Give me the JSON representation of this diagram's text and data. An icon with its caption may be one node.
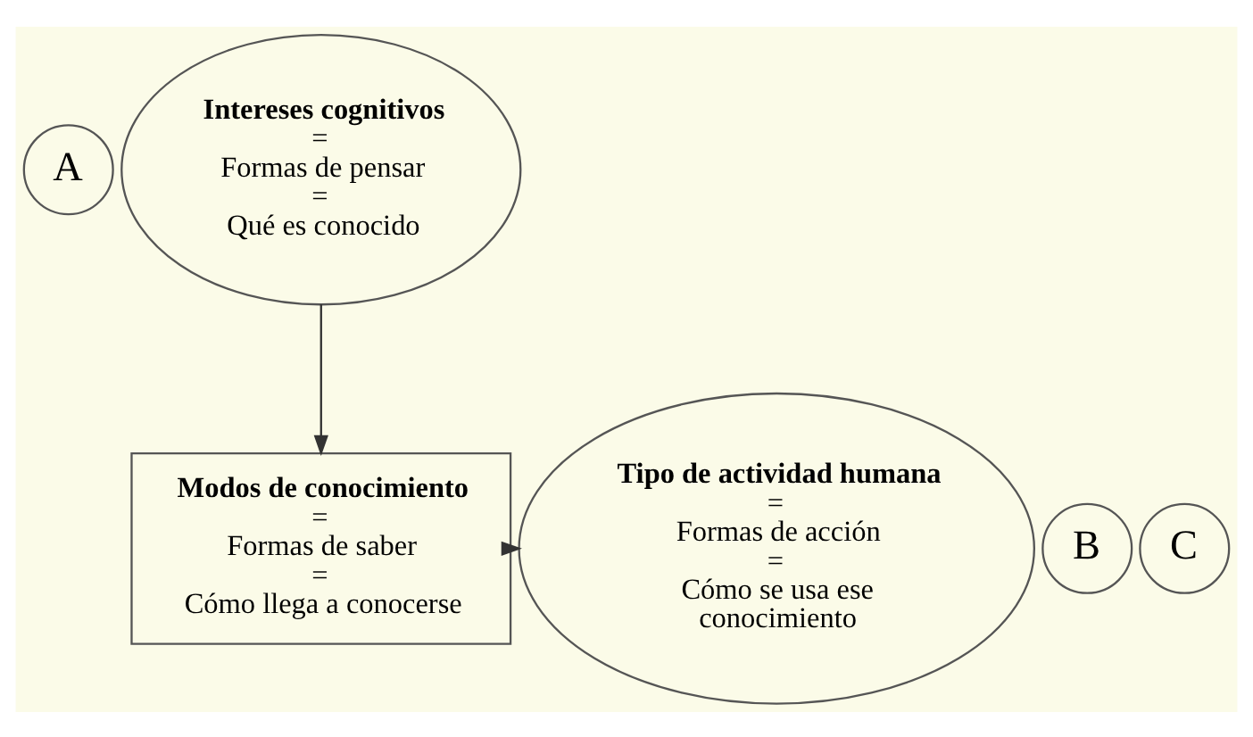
{
  "diagram": {
    "nodes": [
      {
        "text": [
          "A"
        ]
      },
      {
        "text": [
          "Intereses cognitivos",
          "=",
          "Formas de pensar",
          "=",
          "Qué es conocido"
        ]
      },
      {
        "text": [
          "B"
        ]
      },
      {
        "text": [
          "Modos de conocimiento",
          "=",
          "Formas de saber",
          "=",
          "Cómo llega a conocerse"
        ]
      },
      {
        "text": [
          "C"
        ]
      },
      {
        "text": [
          "Tipo de actividad humana",
          "=",
          "Formas de acción",
          "=",
          "Cómo se usa ese conocimiento"
        ]
      }
    ],
    "edges": [
      {
        "from": 1,
        "to": 3,
        "arrow": "to"
      },
      {
        "from": 3,
        "to": 5,
        "arrow": "to"
      }
    ]
  }
}
